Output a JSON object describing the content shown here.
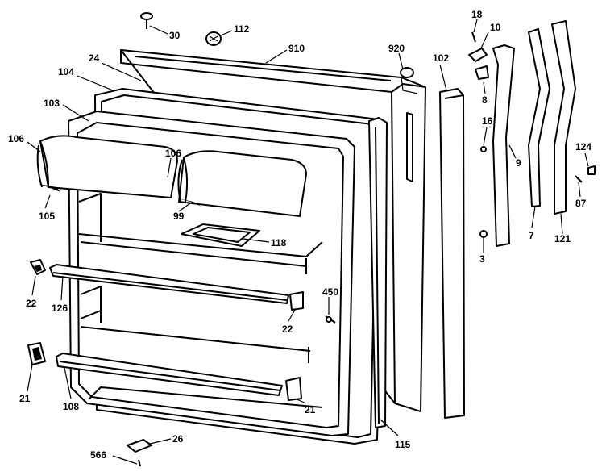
{
  "labels": [
    {
      "id": "30",
      "text": "30"
    },
    {
      "id": "112",
      "text": "112"
    },
    {
      "id": "910",
      "text": "910"
    },
    {
      "id": "920",
      "text": "920"
    },
    {
      "id": "102",
      "text": "102"
    },
    {
      "id": "18",
      "text": "18"
    },
    {
      "id": "10",
      "text": "10"
    },
    {
      "id": "8",
      "text": "8"
    },
    {
      "id": "16",
      "text": "16"
    },
    {
      "id": "9",
      "text": "9"
    },
    {
      "id": "124",
      "text": "124"
    },
    {
      "id": "87",
      "text": "87"
    },
    {
      "id": "7",
      "text": "7"
    },
    {
      "id": "121",
      "text": "121"
    },
    {
      "id": "3",
      "text": "3"
    },
    {
      "id": "24",
      "text": "24"
    },
    {
      "id": "104",
      "text": "104"
    },
    {
      "id": "103",
      "text": "103"
    },
    {
      "id": "106a",
      "text": "106"
    },
    {
      "id": "106b",
      "text": "106"
    },
    {
      "id": "105",
      "text": "105"
    },
    {
      "id": "99",
      "text": "99"
    },
    {
      "id": "118",
      "text": "118"
    },
    {
      "id": "450",
      "text": "450"
    },
    {
      "id": "22a",
      "text": "22"
    },
    {
      "id": "126",
      "text": "126"
    },
    {
      "id": "22b",
      "text": "22"
    },
    {
      "id": "21a",
      "text": "21"
    },
    {
      "id": "108",
      "text": "108"
    },
    {
      "id": "21b",
      "text": "21"
    },
    {
      "id": "115",
      "text": "115"
    },
    {
      "id": "26",
      "text": "26"
    },
    {
      "id": "566",
      "text": "566"
    }
  ]
}
